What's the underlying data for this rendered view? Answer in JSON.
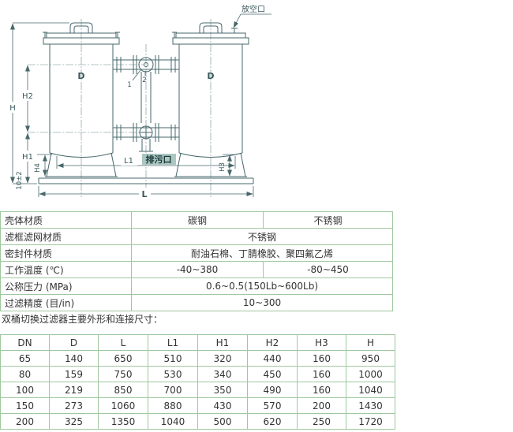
{
  "diagram": {
    "vent_label": "放空口",
    "drain_label": "排污口",
    "dim_D": "D",
    "dim_H": "H",
    "dim_H1": "H1",
    "dim_H2": "H2",
    "dim_H3": "H3",
    "dim_H4": "H4",
    "dim_L": "L",
    "dim_L1": "L1",
    "tolerance_note": "10±2",
    "part_no_1": "1",
    "part_no_2": "2"
  },
  "colors": {
    "drawing_stroke": "#47676b",
    "table_border": "#9fc89f",
    "drain_highlight": "#adc6c0"
  },
  "spec_table": {
    "rows": [
      {
        "label": "壳体材质",
        "values": [
          "碳钢",
          "不锈钢"
        ]
      },
      {
        "label": "滤框滤网材质",
        "values": [
          "不锈钢"
        ]
      },
      {
        "label": "密封件材质",
        "values": [
          "耐油石棉、丁腈橡胶、聚四氟乙烯"
        ]
      },
      {
        "label": "工作温度 (℃)",
        "values": [
          "-40~380",
          "-80~450"
        ]
      },
      {
        "label": "公称压力 (MPa)",
        "values": [
          "0.6~0.5(150Lb~600Lb)"
        ]
      },
      {
        "label": "过滤精度 (目/in)",
        "values": [
          "10~300"
        ]
      }
    ]
  },
  "section_title": "双桶切换过滤器主要外形和连接尺寸：",
  "dimensions_table": {
    "headers": [
      "DN",
      "D",
      "L",
      "L1",
      "H1",
      "H2",
      "H3",
      "H"
    ],
    "rows": [
      [
        "65",
        "140",
        "650",
        "510",
        "320",
        "440",
        "160",
        "950"
      ],
      [
        "80",
        "159",
        "750",
        "530",
        "340",
        "450",
        "160",
        "1000"
      ],
      [
        "100",
        "219",
        "850",
        "700",
        "350",
        "490",
        "160",
        "1040"
      ],
      [
        "150",
        "273",
        "1060",
        "880",
        "430",
        "570",
        "200",
        "1430"
      ],
      [
        "200",
        "325",
        "1350",
        "1040",
        "500",
        "620",
        "250",
        "1720"
      ]
    ]
  }
}
